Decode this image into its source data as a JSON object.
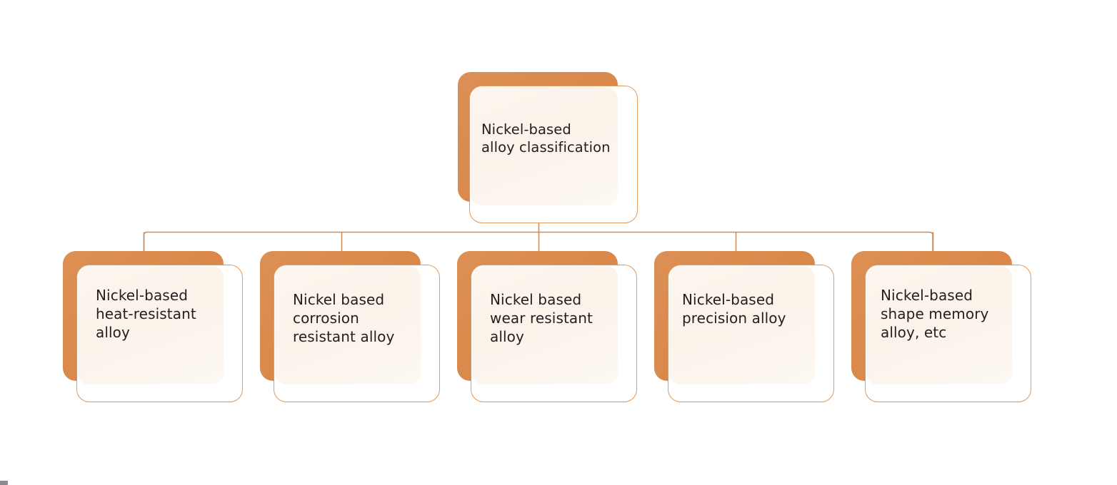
{
  "diagram": {
    "type": "hierarchy-tree",
    "title": "Nickel-based alloy classification",
    "orientation": "top-down",
    "levels": 2,
    "colors": {
      "slab_orange": "#d9884a",
      "card_border": "#e09a5d",
      "card_fill": "#ffffff",
      "panel_cream": "#fbf3ea",
      "connector": "#c98a58",
      "text": "#231f20",
      "background": "#ffffff"
    },
    "root": {
      "id": "nickel-based-alloy-classification",
      "label": "Nickel-based\nalloy classification"
    },
    "children": [
      {
        "id": "heat-resistant-alloy",
        "label": "Nickel-based\nheat-resistant\nalloy"
      },
      {
        "id": "corrosion-resistant-alloy",
        "label": "Nickel based\ncorrosion\nresistant alloy"
      },
      {
        "id": "wear-resistant-alloy",
        "label": "Nickel based\nwear resistant\nalloy"
      },
      {
        "id": "precision-alloy",
        "label": "Nickel-based\nprecision alloy"
      },
      {
        "id": "shape-memory-alloy",
        "label": "Nickel-based\nshape memory\nalloy, etc"
      }
    ]
  }
}
